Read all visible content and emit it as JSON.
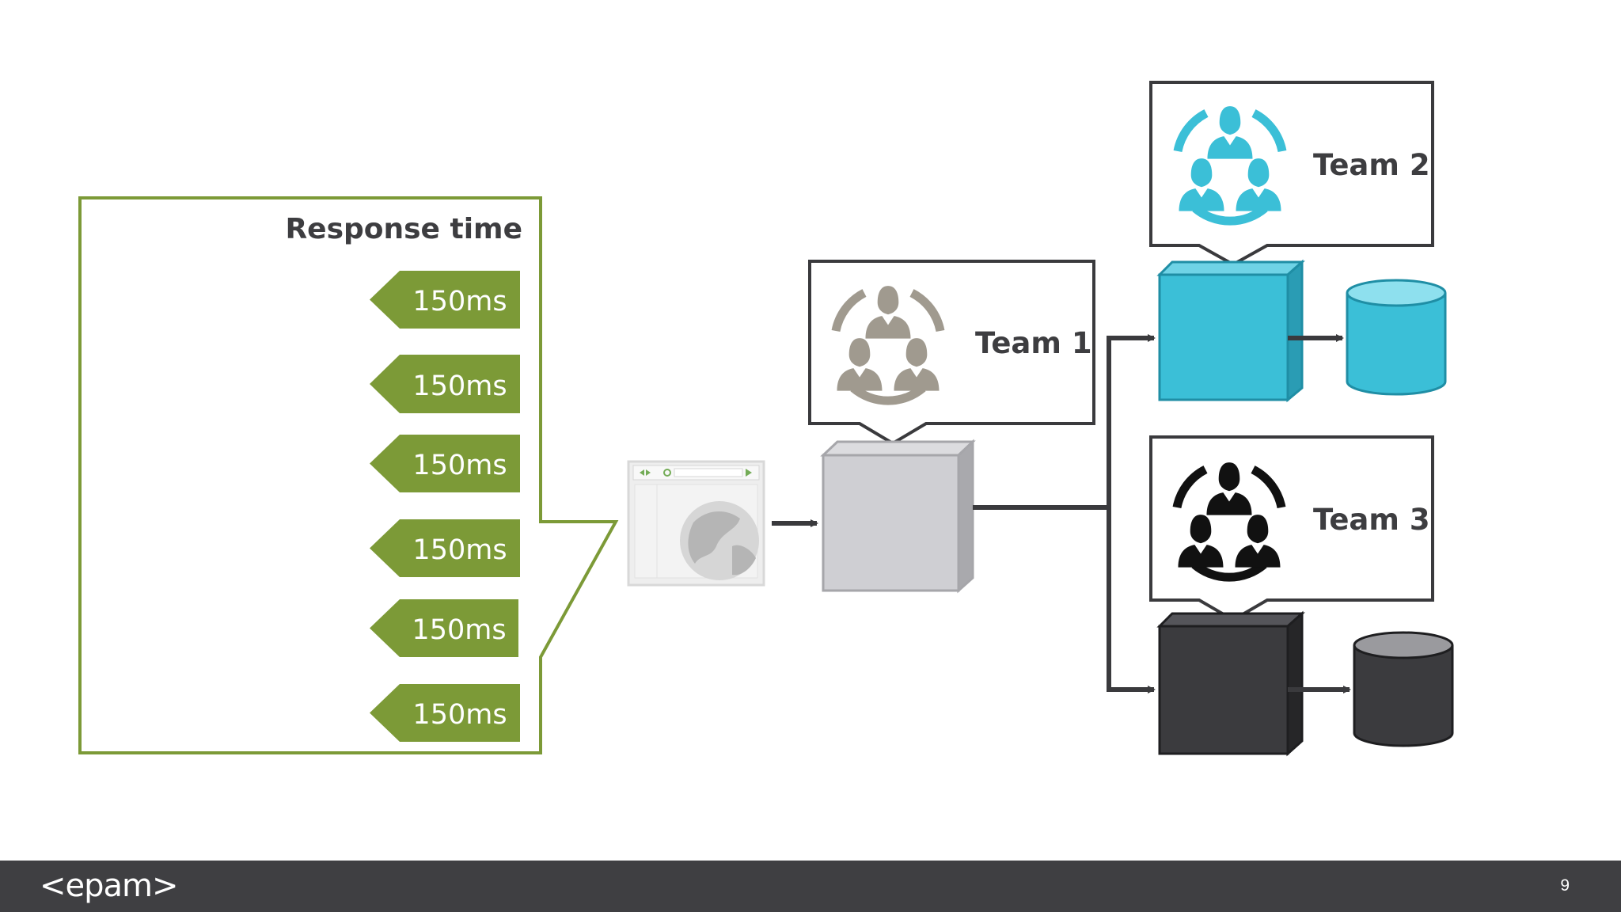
{
  "response_panel": {
    "title": "Response time",
    "items": [
      "150ms",
      "150ms",
      "150ms",
      "150ms",
      "150ms",
      "150ms"
    ]
  },
  "teams": [
    {
      "label": "Team 1"
    },
    {
      "label": "Team 2"
    },
    {
      "label": "Team 3"
    }
  ],
  "footer": {
    "brand": "<epam>",
    "page_number": "9"
  },
  "colors": {
    "green": "#7c9a37",
    "team1": "#a09a8f",
    "team2": "#3bbfd7",
    "team3": "#111111",
    "server_gray": "#cfcfd3",
    "server_dark": "#3b3b3e",
    "arrow": "#3a3a3d",
    "footer_bg": "#3f3f42"
  },
  "icons": [
    "browser-icon",
    "team-group-icon",
    "server-box-icon",
    "database-icon"
  ]
}
